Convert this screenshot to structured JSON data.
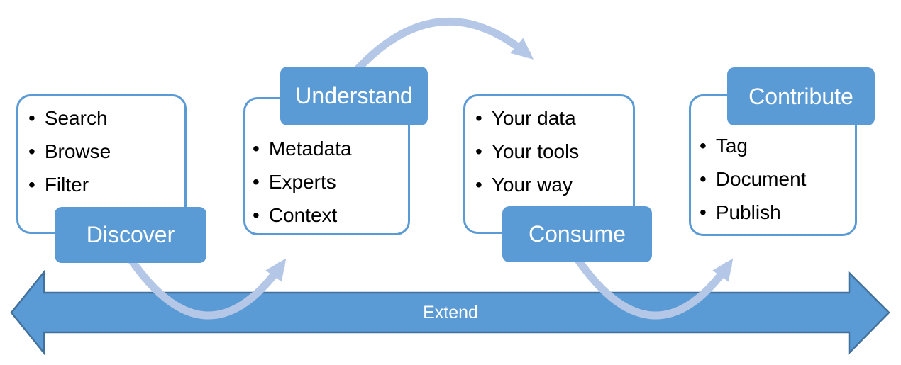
{
  "stages": [
    {
      "id": "discover",
      "label": "Discover",
      "badge_position": "bottom",
      "items": [
        "Search",
        "Browse",
        "Filter"
      ]
    },
    {
      "id": "understand",
      "label": "Understand",
      "badge_position": "top",
      "items": [
        "Metadata",
        "Experts",
        "Context"
      ]
    },
    {
      "id": "consume",
      "label": "Consume",
      "badge_position": "bottom",
      "items": [
        "Your data",
        "Your tools",
        "Your way"
      ]
    },
    {
      "id": "contribute",
      "label": "Contribute",
      "badge_position": "top",
      "items": [
        "Tag",
        "Document",
        "Publish"
      ]
    }
  ],
  "connectors": [
    {
      "from": "Discover",
      "to": "Understand",
      "shape": "upward-swoop"
    },
    {
      "from": "Understand",
      "to": "Consume",
      "shape": "over-the-top"
    },
    {
      "from": "Consume",
      "to": "Contribute",
      "shape": "upward-swoop"
    }
  ],
  "extend_arrow": {
    "label": "Extend",
    "direction": "double-headed-horizontal"
  },
  "colors": {
    "accent": "#5B9BD5",
    "arrow_border": "#41719C",
    "connector": "#B4C7E7",
    "card_border": "#5B9BD5",
    "text": "#000000",
    "badge_text": "#FFFFFF"
  }
}
